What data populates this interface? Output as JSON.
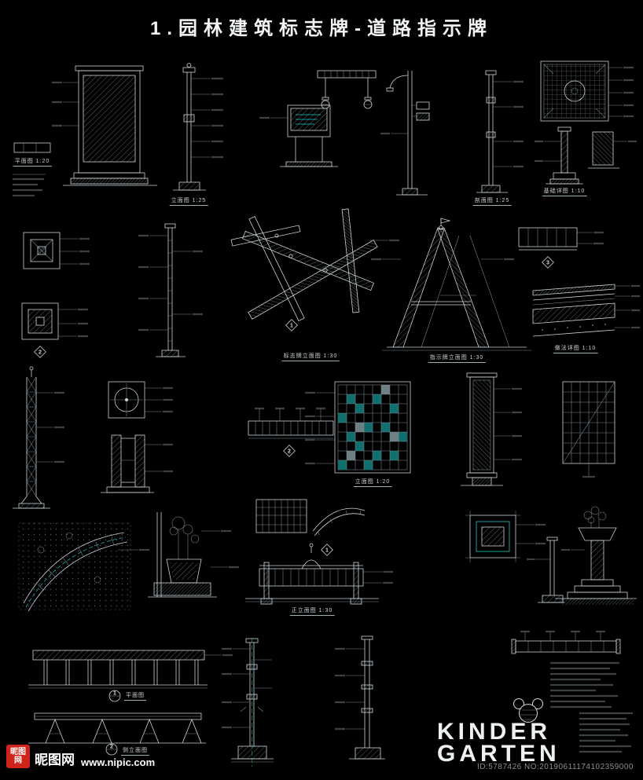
{
  "page": {
    "title": "1.园林建筑标志牌-道路指示牌"
  },
  "colors": {
    "background": "#000000",
    "line": "#c9d2d6",
    "dim_line": "#7d8a90",
    "accent_cyan": "#25c7c7",
    "teal_fill": "#0f6f6f",
    "brand_red": "#cf231b",
    "note_gray": "#878f93"
  },
  "captions": [
    "平面图 1:20",
    "立面图 1:25",
    "剖面图 1:25",
    "基础详图 1:10",
    "标志牌立面图 1:30",
    "指示牌立面图 1:30",
    "做法详图 1:10",
    "立面图 1:20",
    "平面图",
    "侧立面图",
    "正立面图 1:30"
  ],
  "markers": [
    "2",
    "1",
    "3",
    "2",
    "1",
    "1",
    "2"
  ],
  "brand": {
    "line1": "KINDER",
    "line2": "GARTEN"
  },
  "watermark": {
    "logo_line1": "昵图",
    "logo_line2": "网",
    "site_name": "昵图网",
    "site_url": "www.nipic.com"
  },
  "footer": {
    "id_text": "ID:5787426 NO:20190611174102359000"
  }
}
